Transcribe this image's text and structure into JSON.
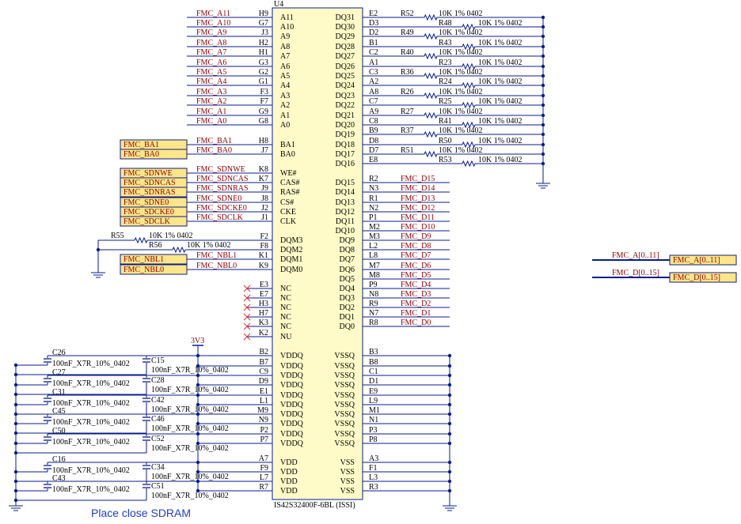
{
  "colors": {
    "wire": "#0a1d8a",
    "net": "#8b0000",
    "chip": "#fffbc8",
    "flag": "#fde68a",
    "nc": "#e03030",
    "note": "#1f3fbf"
  },
  "chip": {
    "ref": "U4",
    "part": "IS42S32400F-6BL (ISSI)"
  },
  "left_pins": [
    {
      "net": "FMC_A11",
      "pin": "H9",
      "name": "A11"
    },
    {
      "net": "FMC_A10",
      "pin": "G7",
      "name": "A10"
    },
    {
      "net": "FMC_A9",
      "pin": "J3",
      "name": "A9"
    },
    {
      "net": "FMC_A8",
      "pin": "H2",
      "name": "A8"
    },
    {
      "net": "FMC_A7",
      "pin": "H1",
      "name": "A7"
    },
    {
      "net": "FMC_A6",
      "pin": "G3",
      "name": "A6"
    },
    {
      "net": "FMC_A5",
      "pin": "G2",
      "name": "A5"
    },
    {
      "net": "FMC_A4",
      "pin": "G1",
      "name": "A4"
    },
    {
      "net": "FMC_A3",
      "pin": "F3",
      "name": "A3"
    },
    {
      "net": "FMC_A2",
      "pin": "F7",
      "name": "A2"
    },
    {
      "net": "FMC_A1",
      "pin": "G9",
      "name": "A1"
    },
    {
      "net": "FMC_A0",
      "pin": "G8",
      "name": "A0"
    },
    {
      "net": "FMC_BA1",
      "pin": "H8",
      "name": "BA1"
    },
    {
      "net": "FMC_BA0",
      "pin": "J7",
      "name": "BA0"
    },
    {
      "net": "FMC_SDNWE",
      "pin": "K8",
      "name": "WE#"
    },
    {
      "net": "FMC_SDNCAS",
      "pin": "K7",
      "name": "CAS#"
    },
    {
      "net": "FMC_SDNRAS",
      "pin": "J9",
      "name": "RAS#"
    },
    {
      "net": "FMC_SDNE0",
      "pin": "J8",
      "name": "CS#"
    },
    {
      "net": "FMC_SDCKE0",
      "pin": "J2",
      "name": "CKE"
    },
    {
      "net": "FMC_SDCLK",
      "pin": "J1",
      "name": "CLK"
    },
    {
      "net": "R55",
      "pin": "F2",
      "name": "DQM3"
    },
    {
      "net": "R56",
      "pin": "F8",
      "name": "DQM2"
    },
    {
      "net": "FMC_NBL1",
      "pin": "K1",
      "name": "DQM1"
    },
    {
      "net": "FMC_NBL0",
      "pin": "K9",
      "name": "DQM0"
    },
    {
      "net": "",
      "pin": "E3",
      "name": "NC"
    },
    {
      "net": "",
      "pin": "E7",
      "name": "NC"
    },
    {
      "net": "",
      "pin": "H3",
      "name": "NC"
    },
    {
      "net": "",
      "pin": "H7",
      "name": "NC"
    },
    {
      "net": "",
      "pin": "K3",
      "name": "NC"
    },
    {
      "net": "",
      "pin": "K2",
      "name": "NU"
    }
  ],
  "left_flags": [
    "FMC_BA1",
    "FMC_BA0",
    "FMC_SDNWE",
    "FMC_SDNCAS",
    "FMC_SDNRAS",
    "FMC_SDNE0",
    "FMC_SDCKE0",
    "FMC_SDCLK",
    "FMC_NBL1",
    "FMC_NBL0"
  ],
  "dqm_resistors": [
    {
      "ref": "R55",
      "value": "10K 1% 0402"
    },
    {
      "ref": "R56",
      "value": "10K 1% 0402"
    }
  ],
  "right_pull_pins": [
    {
      "name": "DQ31",
      "pin": "E2",
      "ref": "R52",
      "value": "10K 1% 0402"
    },
    {
      "name": "DQ30",
      "pin": "D3",
      "ref": "R48",
      "value": "10K 1% 0402"
    },
    {
      "name": "DQ29",
      "pin": "D2",
      "ref": "R49",
      "value": "10K 1% 0402"
    },
    {
      "name": "DQ28",
      "pin": "B1",
      "ref": "R43",
      "value": "10K 1% 0402"
    },
    {
      "name": "DQ27",
      "pin": "C2",
      "ref": "R40",
      "value": "10K 1% 0402"
    },
    {
      "name": "DQ26",
      "pin": "A1",
      "ref": "R23",
      "value": "10K 1% 0402"
    },
    {
      "name": "DQ25",
      "pin": "C3",
      "ref": "R36",
      "value": "10K 1% 0402"
    },
    {
      "name": "DQ24",
      "pin": "A2",
      "ref": "R24",
      "value": "10K 1% 0402"
    },
    {
      "name": "DQ23",
      "pin": "A8",
      "ref": "R26",
      "value": "10K 1% 0402"
    },
    {
      "name": "DQ22",
      "pin": "C7",
      "ref": "R25",
      "value": "10K 1% 0402"
    },
    {
      "name": "DQ21",
      "pin": "A9",
      "ref": "R27",
      "value": "10K 1% 0402"
    },
    {
      "name": "DQ20",
      "pin": "C8",
      "ref": "R41",
      "value": "10K 1% 0402"
    },
    {
      "name": "DQ19",
      "pin": "B9",
      "ref": "R37",
      "value": "10K 1% 0402"
    },
    {
      "name": "DQ18",
      "pin": "D8",
      "ref": "R50",
      "value": "10K 1% 0402"
    },
    {
      "name": "DQ17",
      "pin": "D7",
      "ref": "R51",
      "value": "10K 1% 0402"
    },
    {
      "name": "DQ16",
      "pin": "E8",
      "ref": "R53",
      "value": "10K 1% 0402"
    }
  ],
  "right_data_pins": [
    {
      "name": "DQ15",
      "pin": "R2",
      "net": "FMC_D15"
    },
    {
      "name": "DQ14",
      "pin": "N3",
      "net": "FMC_D14"
    },
    {
      "name": "DQ13",
      "pin": "R1",
      "net": "FMC_D13"
    },
    {
      "name": "DQ12",
      "pin": "N2",
      "net": "FMC_D12"
    },
    {
      "name": "DQ11",
      "pin": "P1",
      "net": "FMC_D11"
    },
    {
      "name": "DQ10",
      "pin": "M2",
      "net": "FMC_D10"
    },
    {
      "name": "DQ9",
      "pin": "M3",
      "net": "FMC_D9"
    },
    {
      "name": "DQ8",
      "pin": "L2",
      "net": "FMC_D8"
    },
    {
      "name": "DQ7",
      "pin": "L8",
      "net": "FMC_D7"
    },
    {
      "name": "DQ6",
      "pin": "M7",
      "net": "FMC_D6"
    },
    {
      "name": "DQ5",
      "pin": "M8",
      "net": "FMC_D5"
    },
    {
      "name": "DQ4",
      "pin": "P9",
      "net": "FMC_D4"
    },
    {
      "name": "DQ3",
      "pin": "N8",
      "net": "FMC_D3"
    },
    {
      "name": "DQ2",
      "pin": "R9",
      "net": "FMC_D2"
    },
    {
      "name": "DQ1",
      "pin": "N7",
      "net": "FMC_D1"
    },
    {
      "name": "DQ0",
      "pin": "R8",
      "net": "FMC_D0"
    }
  ],
  "power_left": [
    {
      "pin": "B2",
      "name": "VDDQ"
    },
    {
      "pin": "B7",
      "name": "VDDQ"
    },
    {
      "pin": "C9",
      "name": "VDDQ"
    },
    {
      "pin": "D9",
      "name": "VDDQ"
    },
    {
      "pin": "E1",
      "name": "VDDQ"
    },
    {
      "pin": "L1",
      "name": "VDDQ"
    },
    {
      "pin": "M9",
      "name": "VDDQ"
    },
    {
      "pin": "N9",
      "name": "VDDQ"
    },
    {
      "pin": "P2",
      "name": "VDDQ"
    },
    {
      "pin": "P7",
      "name": "VDDQ"
    },
    {
      "pin": "A7",
      "name": "VDD"
    },
    {
      "pin": "F9",
      "name": "VDD"
    },
    {
      "pin": "L7",
      "name": "VDD"
    },
    {
      "pin": "R7",
      "name": "VDD"
    }
  ],
  "power_right": [
    {
      "pin": "B3",
      "name": "VSSQ"
    },
    {
      "pin": "B8",
      "name": "VSSQ"
    },
    {
      "pin": "C1",
      "name": "VSSQ"
    },
    {
      "pin": "D1",
      "name": "VSSQ"
    },
    {
      "pin": "E9",
      "name": "VSSQ"
    },
    {
      "pin": "L9",
      "name": "VSSQ"
    },
    {
      "pin": "M1",
      "name": "VSSQ"
    },
    {
      "pin": "N1",
      "name": "VSSQ"
    },
    {
      "pin": "P3",
      "name": "VSSQ"
    },
    {
      "pin": "P8",
      "name": "VSSQ"
    },
    {
      "pin": "A3",
      "name": "VSS"
    },
    {
      "pin": "F1",
      "name": "VSS"
    },
    {
      "pin": "L3",
      "name": "VSS"
    },
    {
      "pin": "R3",
      "name": "VSS"
    }
  ],
  "power_net": "3V3",
  "caps_col1": [
    "C26",
    "C27",
    "C31",
    "C45",
    "C50",
    "C16",
    "C43"
  ],
  "caps_col2": [
    "C15",
    "C28",
    "C42",
    "C46",
    "C52",
    "C34",
    "C51"
  ],
  "cap_value": "100nF_X7R_10%_0402",
  "bus_ports": [
    {
      "wire": "FMC_A[0..11]",
      "flag": "FMC_A[0..11]"
    },
    {
      "wire": "FMC_D[0..15]",
      "flag": "FMC_D[0..15]"
    }
  ],
  "note": "Place close SDRAM"
}
